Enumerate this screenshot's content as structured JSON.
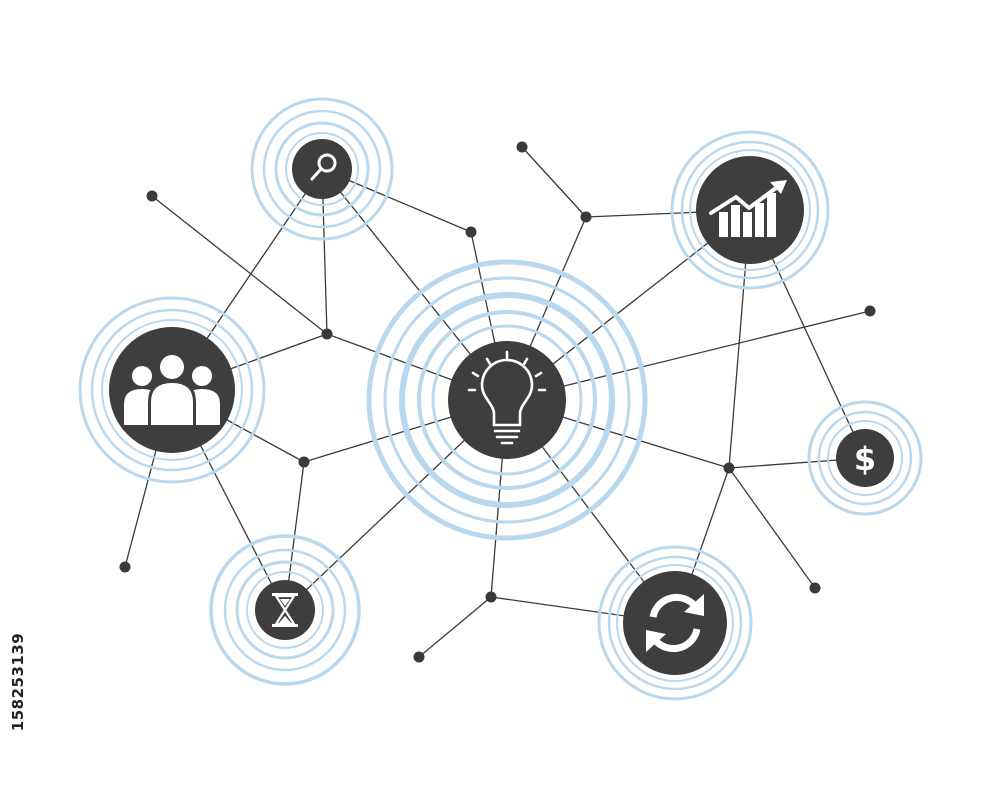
{
  "diagram": {
    "colors": {
      "node": "#3e3e3e",
      "line": "#3a3a3a",
      "ring": "#b9d8ee",
      "icon": "#ffffff"
    },
    "nodes": [
      {
        "name": "idea",
        "icon": "lightbulb-icon"
      },
      {
        "name": "search",
        "icon": "magnifier-icon"
      },
      {
        "name": "growth",
        "icon": "bar-chart-arrow-icon"
      },
      {
        "name": "team",
        "icon": "people-group-icon"
      },
      {
        "name": "money",
        "icon": "dollar-icon",
        "symbol": "$"
      },
      {
        "name": "time",
        "icon": "hourglass-icon"
      },
      {
        "name": "refresh",
        "icon": "refresh-arrows-icon"
      }
    ]
  },
  "stock_id": "158253139",
  "watermark_color": "#222222"
}
